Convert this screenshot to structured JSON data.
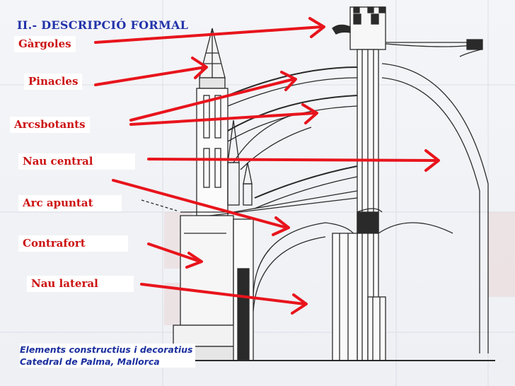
{
  "title": "II.- DESCRIPCIÓ FORMAL",
  "labels": {
    "gargoles": "Gàrgoles",
    "pinacles": "Pinacles",
    "arcsbotants": "Arcsbotants",
    "nau_central": "Nau central",
    "arc_apuntat": "Arc apuntat",
    "contrafort": "Contrafort",
    "nau_lateral": "Nau lateral"
  },
  "caption": {
    "line1": "Elements constructius i decoratius",
    "line2": "Catedral de Palma, Mallorca"
  },
  "colors": {
    "title": "#2233aa",
    "label": "#cc1111",
    "arrow": "#e8141c",
    "caption": "#1b2f9e",
    "drawing": "#2a2a2a"
  }
}
